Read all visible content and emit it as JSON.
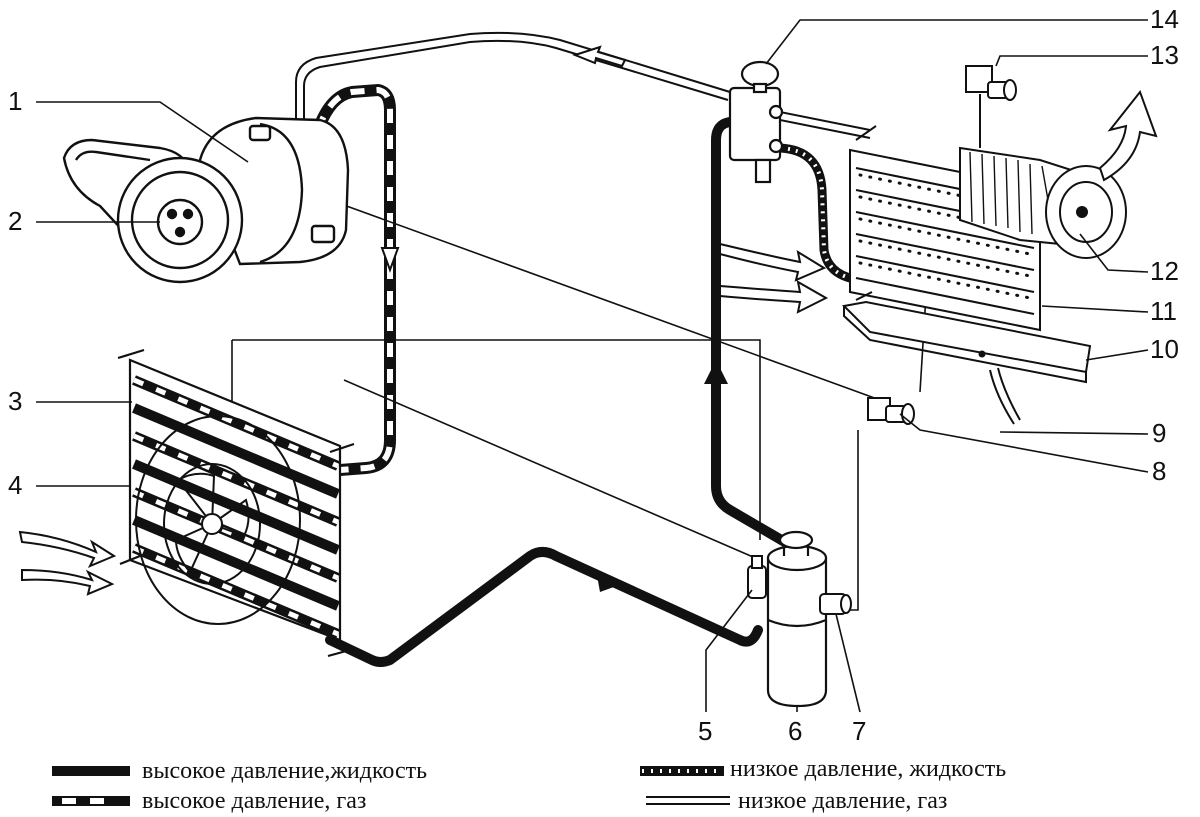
{
  "callouts": [
    "1",
    "2",
    "3",
    "4",
    "5",
    "6",
    "7",
    "8",
    "9",
    "10",
    "11",
    "12",
    "13",
    "14"
  ],
  "legend": {
    "high_liquid": "высокое давление,жидкость",
    "high_gas": "высокое давление, газ",
    "low_liquid": "низкое давление, жидкость",
    "low_gas": "низкое давление, газ"
  },
  "colors": {
    "ink": "#111111",
    "paper": "#ffffff"
  }
}
